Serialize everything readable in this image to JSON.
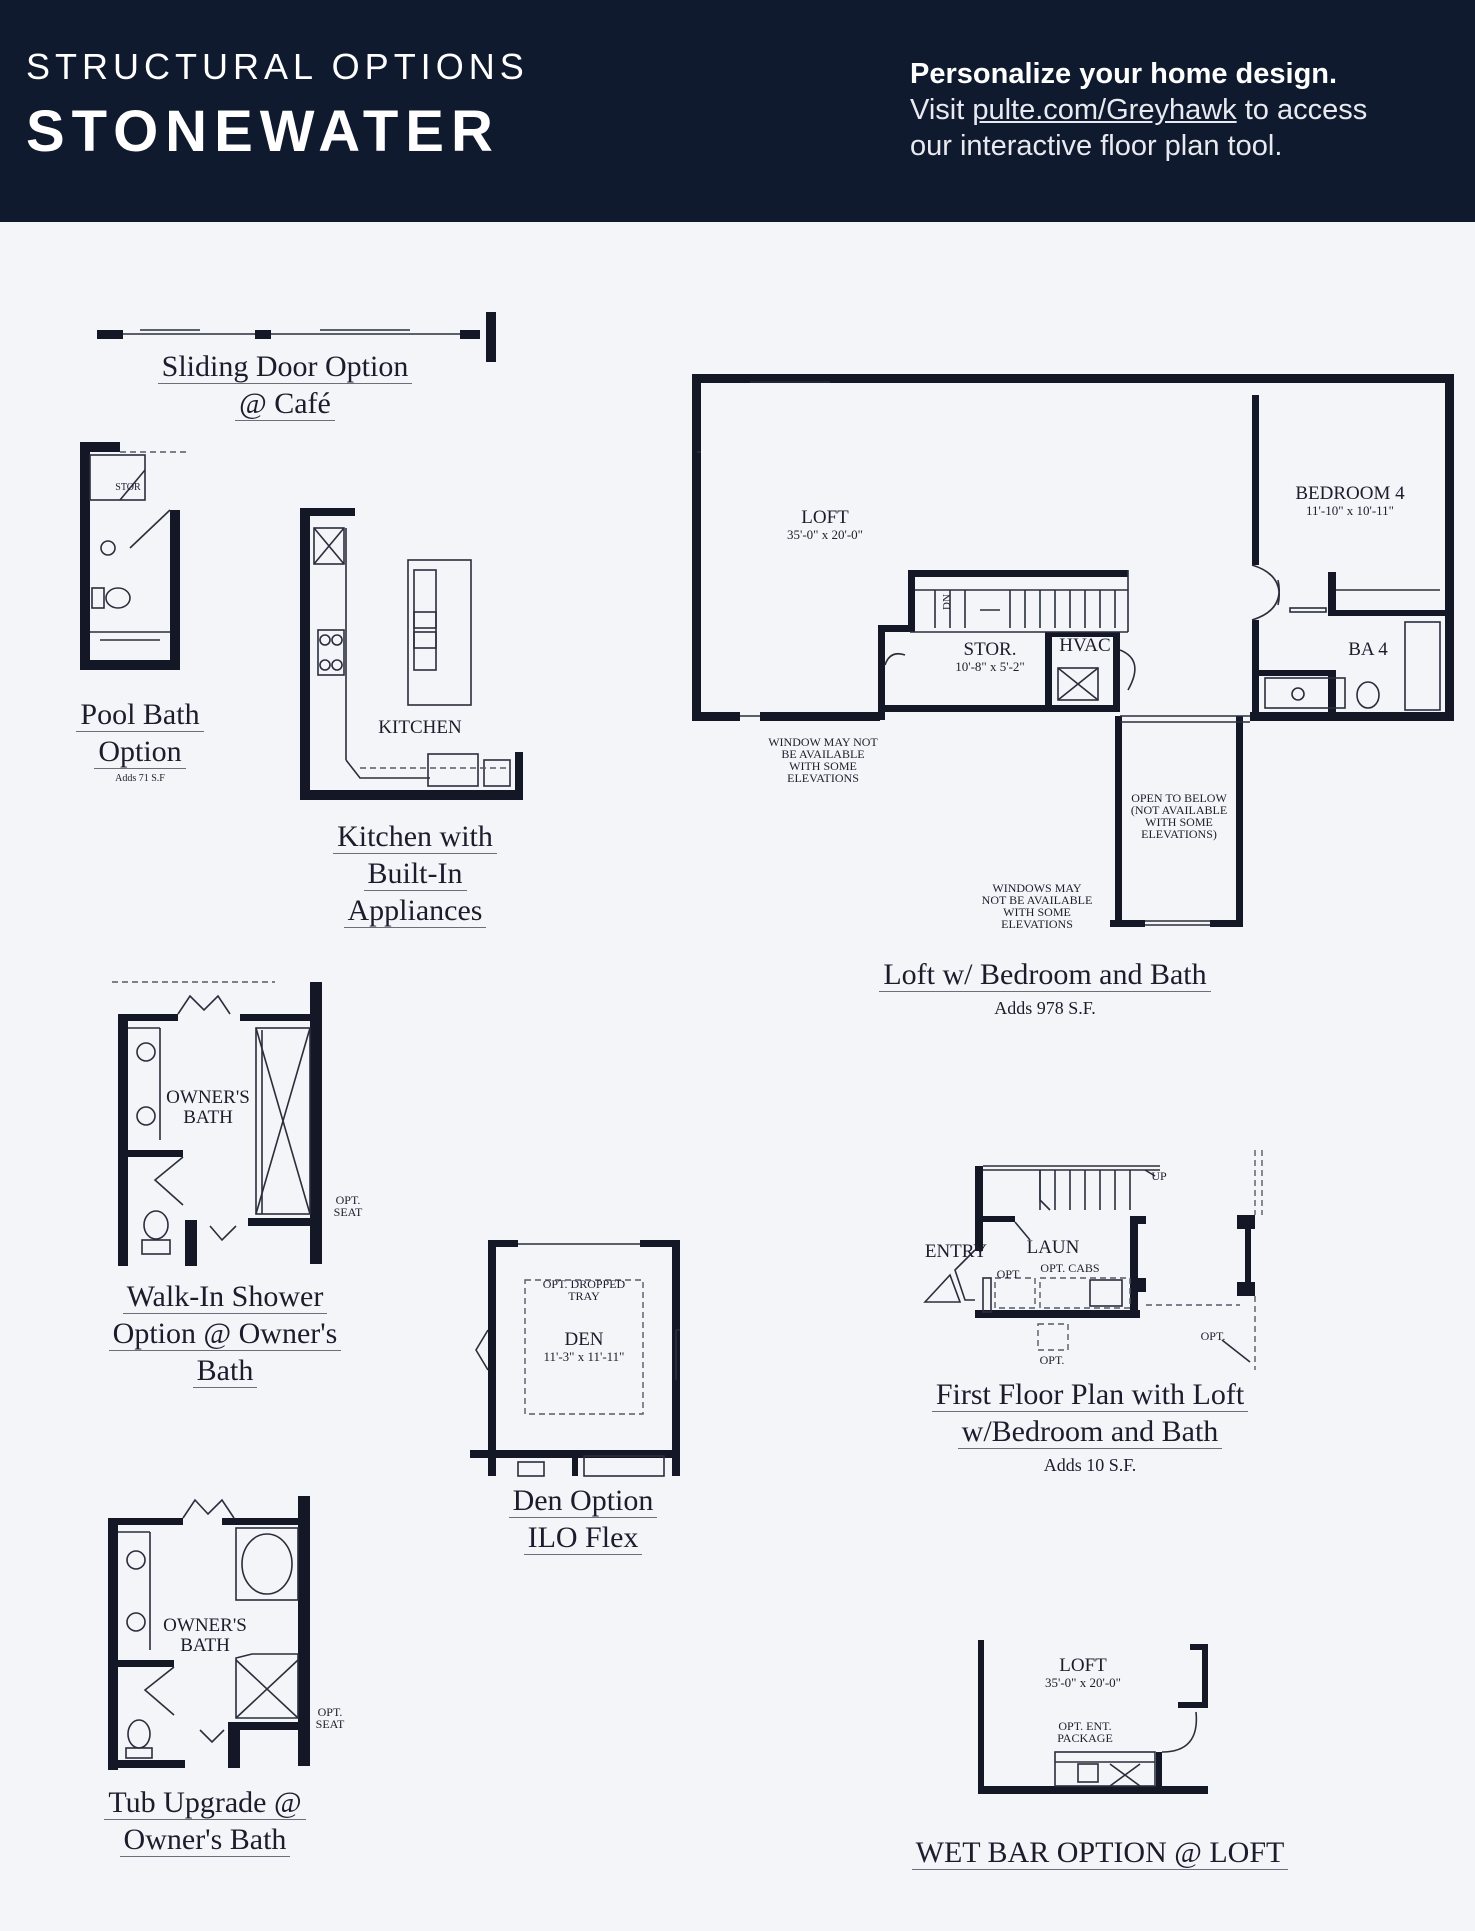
{
  "header": {
    "label": "STRUCTURAL OPTIONS",
    "title": "STONEWATER",
    "tagline": "Personalize your home design.",
    "visit_prefix": "Visit",
    "link": "pulte.com/Greyhawk",
    "visit_suffix": "to access",
    "line3": "our interactive floor plan tool."
  },
  "options": {
    "sliding_door": {
      "line1": "Sliding Door Option",
      "line2": "@ Café"
    },
    "pool_bath": {
      "line1": "Pool Bath",
      "line2": "Option",
      "note": "Adds 71 S.F",
      "stor": "STOR"
    },
    "kitchen": {
      "line1": "Kitchen with",
      "line2": "Built-In",
      "line3": "Appliances",
      "room": "KITCHEN"
    },
    "loft": {
      "title": "Loft w/ Bedroom and Bath",
      "adds": "Adds 978 S.F.",
      "loft_label": "LOFT",
      "loft_dim": "35'-0\" x 20'-0\"",
      "bedroom_label": "BEDROOM 4",
      "bedroom_dim": "11'-10\" x 10'-11\"",
      "ba4": "BA 4",
      "stor_label": "STOR.",
      "stor_dim": "10'-8\" x 5'-2\"",
      "hvac": "HVAC",
      "dn": "DN",
      "window_note": [
        "WINDOW MAY NOT",
        "BE AVAILABLE",
        "WITH SOME",
        "ELEVATIONS"
      ],
      "open_note": [
        "OPEN TO BELOW",
        "(NOT AVAILABLE",
        "WITH SOME",
        "ELEVATIONS)"
      ],
      "windows_note": [
        "WINDOWS MAY",
        "NOT BE AVAILABLE",
        "WITH SOME",
        "ELEVATIONS"
      ]
    },
    "walkin_shower": {
      "line1": "Walk-In Shower",
      "line2": "Option @ Owner's",
      "line3": "Bath",
      "room1": "OWNER'S",
      "room2": "BATH",
      "opt1": "OPT.",
      "opt2": "SEAT"
    },
    "den": {
      "line1": "Den Option",
      "line2": "ILO Flex",
      "tray1": "OPT. DROPPED",
      "tray2": "TRAY",
      "room": "DEN",
      "dim": "11'-3\" x 11'-11\""
    },
    "first_floor": {
      "line1": "First Floor Plan with Loft",
      "line2": "w/Bedroom and Bath",
      "adds": "Adds 10 S.F.",
      "entry": "ENTRY",
      "laun": "LAUN",
      "opt_cabs": "OPT. CABS",
      "opt": "OPT.",
      "opt_small": "OPT",
      "opt_bottom": "OPT.",
      "opt_right": "OPT.",
      "up": "UP"
    },
    "tub_upgrade": {
      "line1": "Tub Upgrade @",
      "line2": "Owner's Bath",
      "room1": "OWNER'S",
      "room2": "BATH",
      "opt1": "OPT.",
      "opt2": "SEAT"
    },
    "wet_bar": {
      "title": "WET BAR OPTION @ LOFT",
      "loft_label": "LOFT",
      "loft_dim": "35'-0\" x 20'-0\"",
      "ent1": "OPT. ENT.",
      "ent2": "PACKAGE"
    }
  }
}
